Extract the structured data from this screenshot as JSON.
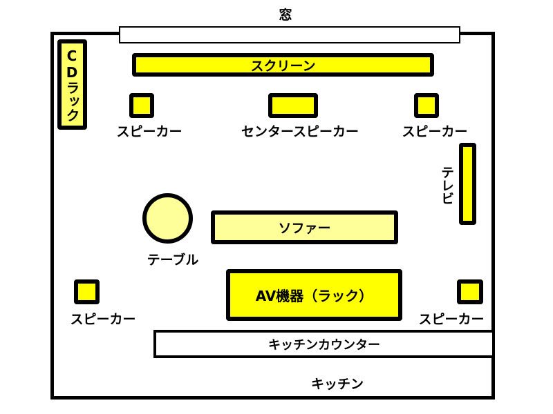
{
  "title": "部屋のレイアウト",
  "window_label": "窓",
  "cd_rack_label": "CDラック",
  "screen_label": "スクリーン",
  "speaker_label": "スピーカー",
  "center_speaker_label": "センタースピーカー",
  "tv_label": "テレビ",
  "table_label": "テーブル",
  "sofa_label": "ソファー",
  "av_label": "AV機器（ラック）",
  "kitchen_counter_label": "キッチンカウンター",
  "kitchen_label": "キッチン",
  "colors": {
    "yellow": "#ffff00",
    "light_yellow": "#ffff99",
    "medium_yellow": "#ffff66",
    "outline": "#000000"
  }
}
